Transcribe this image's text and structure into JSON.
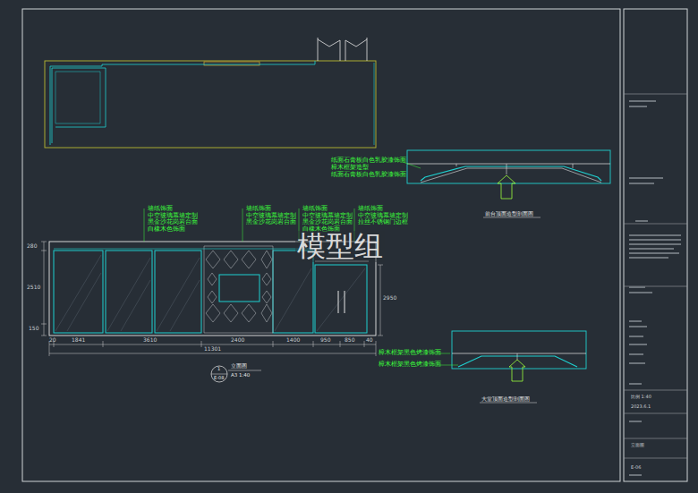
{
  "diagram": {
    "labels": [
      "墙纸饰面",
      "中空玻璃幕墙定制",
      "黑金沙花岗岩台面",
      "白橡木色饰面",
      "墙纸饰面",
      "中空玻璃幕墙定制",
      "黑金沙花岗岩台面",
      "墙纸饰面",
      "中空玻璃幕墙定制",
      "黑金沙花岗岩台面",
      "白橡木色饰面",
      "墙纸饰面",
      "中空玻璃幕墙定制",
      "拉丝不锈钢门边框",
      "纸面石膏板白色乳胶漆饰面",
      "樟木框架造型",
      "纸面石膏板白色乳胶漆饰面",
      "前台顶面造型剖面图",
      "樟木框架黑色烤漆饰面",
      "樟木框架黑色烤漆饰面",
      "大堂顶面造型剖面图",
      "模型组",
      "20",
      "1841",
      "3610",
      "2400",
      "1400",
      "950",
      "850",
      "40",
      "11301",
      "280",
      "2510",
      "150",
      "2950",
      "立面图",
      "A3 1:40",
      "1",
      "E-08",
      "比例 1:40",
      "2023.6.1",
      "立面图",
      "E-06"
    ]
  }
}
